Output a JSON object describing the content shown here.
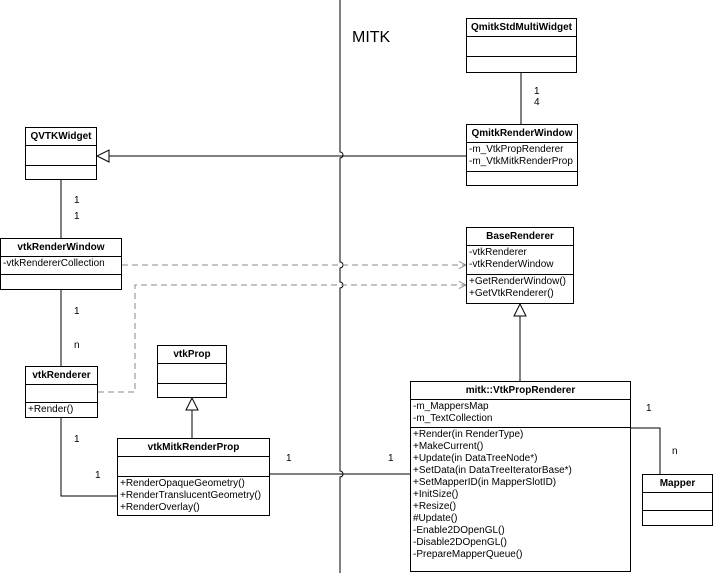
{
  "header": {
    "title": "MITK"
  },
  "classes": {
    "qmitkStdMultiWidget": {
      "name": "QmitkStdMultiWidget",
      "attributes": [],
      "methods": []
    },
    "qmitkRenderWindow": {
      "name": "QmitkRenderWindow",
      "attributes": [
        "-m_VtkPropRenderer",
        "-m_VtkMitkRenderProp"
      ],
      "methods": []
    },
    "qvtkWidget": {
      "name": "QVTKWidget",
      "attributes": [],
      "methods": []
    },
    "vtkRenderWindow": {
      "name": "vtkRenderWindow",
      "attributes": [
        "-vtkRendererCollection"
      ],
      "methods": []
    },
    "vtkRenderer": {
      "name": "vtkRenderer",
      "attributes": [],
      "methods": [
        "+Render()"
      ]
    },
    "vtkProp": {
      "name": "vtkProp",
      "attributes": [],
      "methods": []
    },
    "vtkMitkRenderProp": {
      "name": "vtkMitkRenderProp",
      "attributes": [],
      "methods": [
        "+RenderOpaqueGeometry()",
        "+RenderTranslucentGeometry()",
        "+RenderOverlay()"
      ]
    },
    "baseRenderer": {
      "name": "BaseRenderer",
      "attributes": [
        "-vtkRenderer",
        "-vtkRenderWindow"
      ],
      "methods": [
        "+GetRenderWindow()",
        "+GetVtkRenderer()"
      ]
    },
    "mitkVtkPropRenderer": {
      "name": "mitk::VtkPropRenderer",
      "attributes": [
        "-m_MappersMap",
        "-m_TextCollection"
      ],
      "methods": [
        "+Render(in RenderType)",
        "+MakeCurrent()",
        "+Update(in DataTreeNode*)",
        "+SetData(in DataTreeIteratorBase*)",
        "+SetMapperID(in MapperSlotID)",
        "+InitSize()",
        "+Resize()",
        "#Update()",
        "-Enable2DOpenGL()",
        "-Disable2DOpenGL()",
        "-PrepareMapperQueue()"
      ]
    },
    "mapper": {
      "name": "Mapper",
      "attributes": [],
      "methods": []
    }
  },
  "multiplicities": {
    "stdmulti_top": "1",
    "stdmulti_bottom": "4",
    "qvtk_top": "1",
    "qvtk_bottom": "1",
    "renwin_top": "1",
    "renwin_bottom": "n",
    "renderer_prop": "1",
    "renderer_end": "1",
    "prop_left": "1",
    "prop_right": "1",
    "mapper_top": "1",
    "mapper_bottom": "n"
  },
  "colors": {
    "line": "#000000",
    "dashed": "#888888",
    "background": "#ffffff"
  }
}
